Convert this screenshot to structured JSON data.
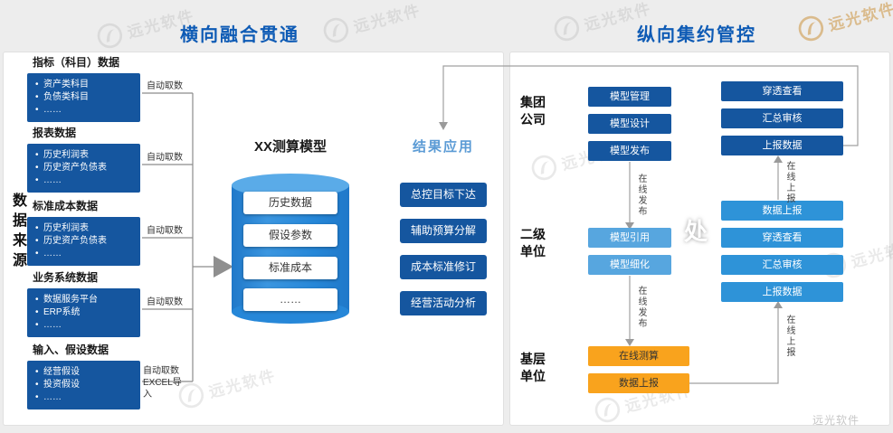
{
  "titles": {
    "left": "横向融合贯通",
    "right": "纵向集约管控"
  },
  "left_panel": {
    "side_label": "数据来源",
    "groups": [
      {
        "header": "指标（科目）数据",
        "items": [
          "资产类科目",
          "负债类科目",
          "……"
        ],
        "arrow_label": "自动取数"
      },
      {
        "header": "报表数据",
        "items": [
          "历史利润表",
          "历史资产负债表",
          "……"
        ],
        "arrow_label": "自动取数"
      },
      {
        "header": "标准成本数据",
        "items": [
          "历史利润表",
          "历史资产负债表",
          "……"
        ],
        "arrow_label": "自动取数"
      },
      {
        "header": "业务系统数据",
        "items": [
          "数据服务平台",
          "ERP系统",
          "……"
        ],
        "arrow_label": "自动取数"
      },
      {
        "header": "输入、假设数据",
        "items": [
          "经营假设",
          "投资假设",
          "……"
        ],
        "arrow_label": "自动取数\nEXCEL导入"
      }
    ],
    "model": {
      "title": "XX测算模型",
      "layers": [
        "历史数据",
        "假设参数",
        "标准成本",
        "……"
      ]
    },
    "results": {
      "title": "结果应用",
      "boxes": [
        "总控目标下达",
        "辅助预算分解",
        "成本标准修订",
        "经营活动分析"
      ]
    }
  },
  "right_panel": {
    "levels": [
      {
        "label": "集团公司"
      },
      {
        "label": "二级单位"
      },
      {
        "label": "基层单位"
      }
    ],
    "group_left": [
      "模型管理",
      "模型设计",
      "模型发布"
    ],
    "group_right": [
      "穿透查看",
      "汇总审核",
      "上报数据"
    ],
    "second_left": [
      "模型引用",
      "模型细化"
    ],
    "second_right": [
      "数据上报",
      "穿透查看",
      "汇总审核",
      "上报数据"
    ],
    "base_boxes": [
      "在线测算",
      "数据上报"
    ],
    "connector_publish": "在线发布",
    "connector_report": "在线上报"
  },
  "overlay": {
    "char": "处"
  },
  "watermark": {
    "text": "远光软件"
  },
  "colors": {
    "title_blue": "#0e5bb5",
    "dark_blue": "#15569f",
    "mid_blue": "#2e93d8",
    "light_blue": "#57a6df",
    "orange": "#f9a31d",
    "cylinder_blue": "#2687d8",
    "result_title_blue": "#5b9bd5"
  }
}
